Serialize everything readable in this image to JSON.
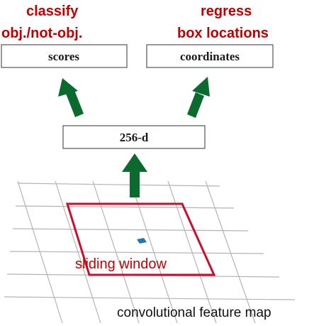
{
  "labels": {
    "classify_line1": "classify",
    "classify_line2": "obj./not-obj.",
    "regress_line1": "regress",
    "regress_line2": "box locations",
    "scores": "scores",
    "coordinates": "coordinates",
    "feature": "256-d",
    "sliding_window": "sliding window",
    "feature_map": "convolutional feature map"
  },
  "colors": {
    "label_red": "#c00000",
    "arrow_green": "#0b6b2f",
    "window_red": "#c8102e",
    "center_blue": "#1f78b4",
    "grid_gray": "#b4b4b4"
  }
}
